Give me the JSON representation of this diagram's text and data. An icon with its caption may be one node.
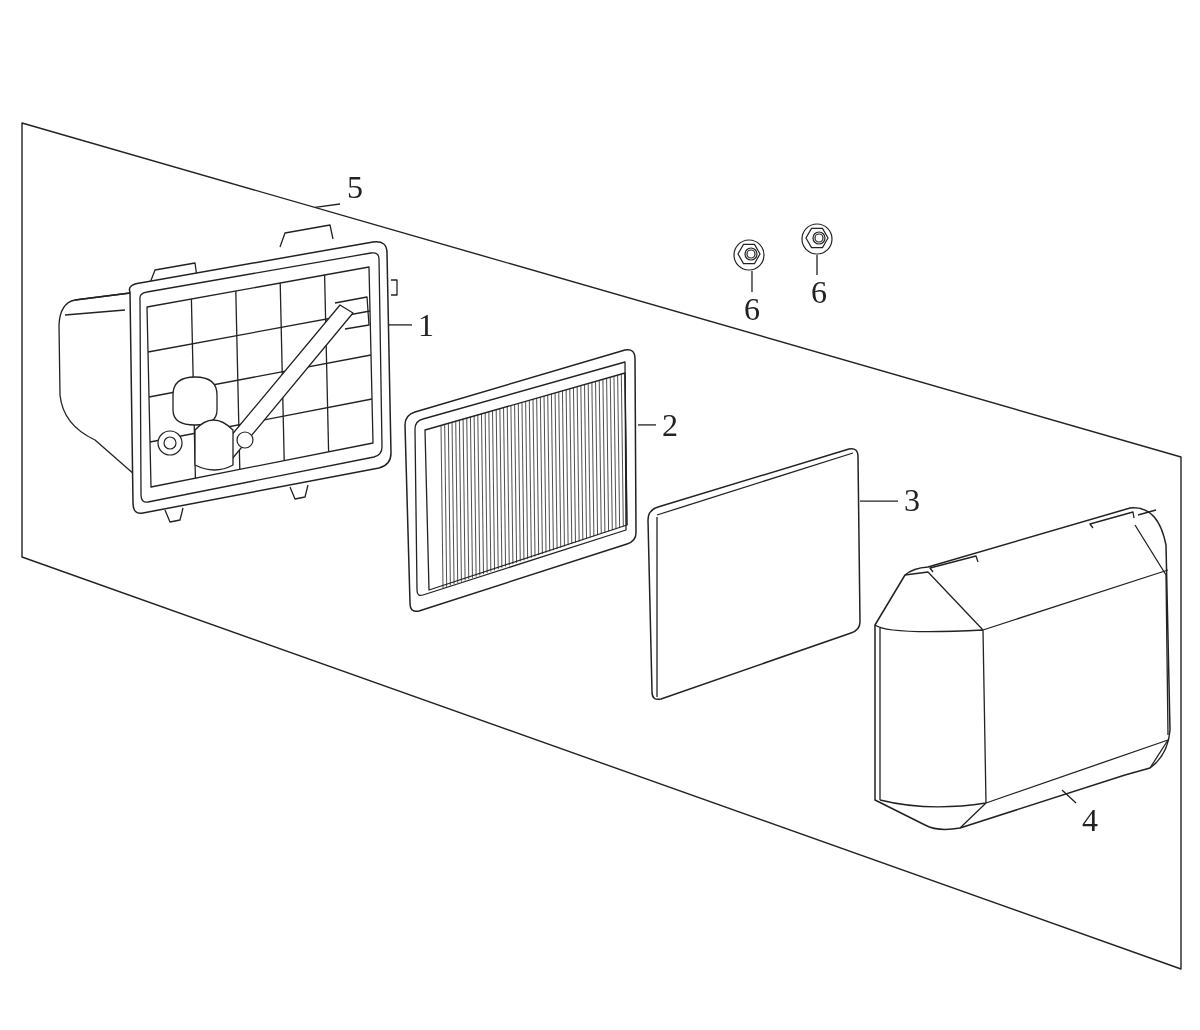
{
  "diagram": {
    "nodes": [
      {
        "text": [
          "5"
        ]
      },
      {
        "text": [],
        "shape": "picture"
      },
      {
        "text": [
          "1"
        ],
        "in": 1
      },
      {
        "text": [],
        "shape": "picture",
        "in": 1
      },
      {
        "text": [
          "2"
        ],
        "in": 1
      },
      {
        "text": [],
        "shape": "picture",
        "in": 1
      },
      {
        "text": [
          "3"
        ],
        "in": 1
      },
      {
        "text": [],
        "shape": "picture",
        "in": 1
      },
      {
        "text": [
          "4"
        ],
        "in": 1
      },
      {
        "text": [],
        "shape": "picture",
        "in": 1
      },
      {
        "text": [
          "6"
        ],
        "in": 1
      },
      {
        "text": [],
        "shape": "picture",
        "in": 1
      },
      {
        "text": [
          "6"
        ],
        "in": 1
      },
      {
        "text": [],
        "shape": "picture",
        "in": 1
      }
    ],
    "edges": [
      {
        "from": 0,
        "to": 1,
        "arrow": "none"
      },
      {
        "from": 2,
        "to": 3,
        "arrow": "none"
      },
      {
        "from": 4,
        "to": 5,
        "arrow": "none"
      },
      {
        "from": 6,
        "to": 7,
        "arrow": "none"
      },
      {
        "from": 8,
        "to": 9,
        "arrow": "none"
      },
      {
        "from": 10,
        "to": 11,
        "arrow": "none"
      },
      {
        "from": 12,
        "to": 13,
        "arrow": "none"
      }
    ]
  }
}
